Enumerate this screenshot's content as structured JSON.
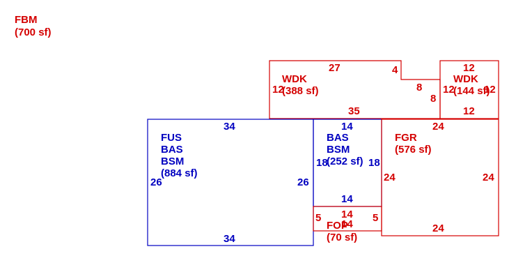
{
  "colors": {
    "red": "#d40000",
    "blue": "#0000c0"
  },
  "summary": {
    "code": "FBM",
    "area": "(700 sf)"
  },
  "areas": [
    {
      "id": "wdk-main",
      "color": "red",
      "lines": [
        "WDK",
        "(388 sf)"
      ],
      "dims": {
        "top": "27",
        "notch_top": "4",
        "notch_side": "8",
        "right_lower": "8",
        "left": "12",
        "bottom": "35"
      }
    },
    {
      "id": "wdk-small",
      "color": "red",
      "lines": [
        "WDK",
        "(144 sf)"
      ],
      "dims": {
        "top": "12",
        "bottom": "12",
        "left": "12",
        "right": "12"
      }
    },
    {
      "id": "fus",
      "color": "blue",
      "lines": [
        "FUS",
        "BAS",
        "BSM",
        "(884 sf)"
      ],
      "dims": {
        "top": "34",
        "bottom": "34",
        "left": "26",
        "right": "26"
      }
    },
    {
      "id": "bas",
      "color": "blue",
      "lines": [
        "BAS",
        "BSM",
        "(252 sf)"
      ],
      "dims": {
        "top": "14",
        "bottom": "14",
        "left": "18",
        "right": "18"
      }
    },
    {
      "id": "fgr",
      "color": "red",
      "lines": [
        "FGR",
        "(576 sf)"
      ],
      "dims": {
        "top": "24",
        "bottom": "24",
        "left": "24",
        "right": "24"
      }
    },
    {
      "id": "fop",
      "color": "red",
      "lines": [
        "FOP",
        "(70 sf)"
      ],
      "dims": {
        "top": "14",
        "bottom": "14",
        "left": "5",
        "right": "5"
      }
    }
  ]
}
